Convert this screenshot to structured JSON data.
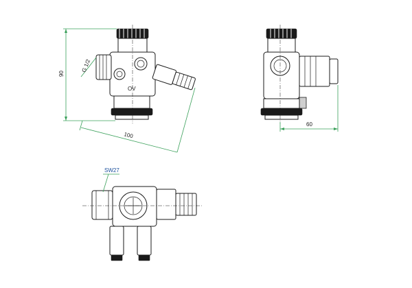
{
  "dimensions": {
    "height": "90",
    "thread": "G 1/2",
    "diagonal": "100",
    "side_width": "60",
    "wrench_size": "SW27"
  },
  "markings": {
    "front_label": "OV"
  },
  "colors": {
    "dimension_line": "#3aa05a",
    "label_text": "#1a4f9c",
    "outline": "#1a1a1a"
  }
}
